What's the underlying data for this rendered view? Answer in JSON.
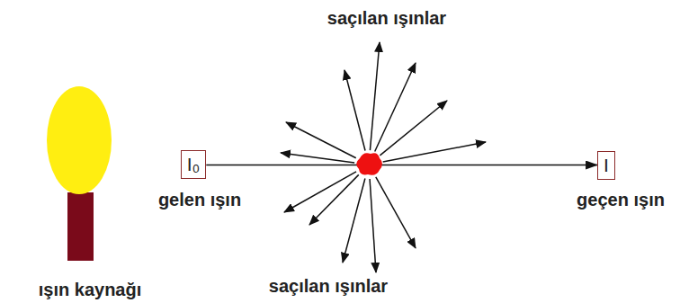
{
  "diagram": {
    "nodes": [
      {
        "text": [
          "I₀",
          "gelen ışın"
        ]
      },
      {
        "text": [
          "I",
          "geçen ışın"
        ]
      }
    ],
    "edges": [
      {
        "from": 0,
        "to": 1,
        "arrow": "to"
      }
    ],
    "labels": [
      "saçılan ışınlar",
      "saçılan ışınlar",
      "ışın kaynağı"
    ]
  }
}
